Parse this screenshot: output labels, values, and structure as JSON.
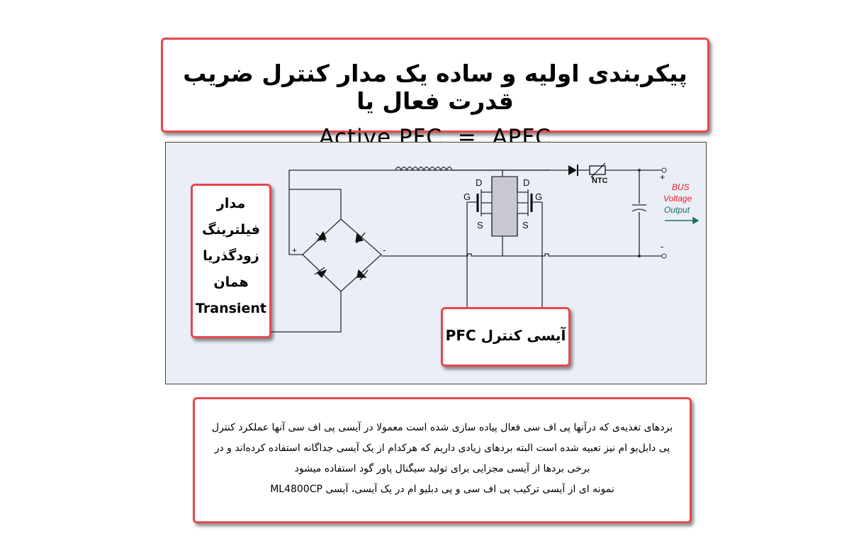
{
  "title": {
    "line1": "پیکربندی اولیه و ساده یک مدار کنترل ضریب قدرت فعال یا",
    "line2": "Active PFC  =  APFC"
  },
  "circuit": {
    "pin_d_left": "D",
    "pin_d_right": "D",
    "pin_g_left": "G",
    "pin_g_right": "G",
    "pin_s_left": "S",
    "pin_s_right": "S",
    "ntc": "NTC",
    "plus_out": "+",
    "minus_out": "-",
    "bridge_plus": "+",
    "bridge_minus": "-",
    "bus": "BUS",
    "voltage": "Voltage",
    "output": "Output",
    "colors": {
      "bus": "#e8202a",
      "output": "#1f6f5c",
      "wire": "#2b2b2b",
      "background": "#e9eef7",
      "fet_fill": "#c8c8d0"
    }
  },
  "filter_label": {
    "line1": "مدار",
    "line2": "فیلترینگ",
    "line3": "زودگذریا",
    "line4": "همان",
    "line5": "Transient"
  },
  "ic_label": "آیسی کنترل PFC",
  "description": {
    "line1": "بردهای تغذیه‌ی که درآنها پی اف سی فعال پیاده سازی شده است معمولا در آیسی پی اف سی آنها عملکرد کنترل",
    "line2": "پی دابل‌یو ام نیز تعبیه شده است البته بردهای زیادی داریم که هرکدام از یک آیسی جداگانه استفاده کرده‌اند و در",
    "line3": "برخی بردها از آیسی مجزایی برای تولید سیگنال پاور گود استفاده میشود",
    "line4": "نمونه ای از آیسی ترکیب پی اف سی و پی دبلیو ام در یک آیسی، آیسی ML4800CP"
  }
}
